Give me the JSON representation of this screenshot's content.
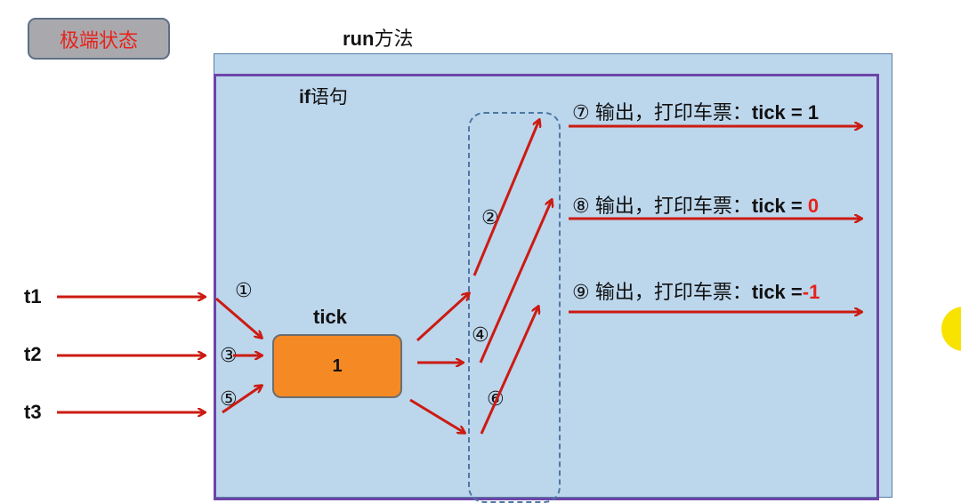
{
  "badge": {
    "label": "极端状态"
  },
  "run_method": {
    "prefix": "run",
    "suffix": "方法"
  },
  "if_statement": {
    "prefix": "if",
    "suffix": "语句"
  },
  "shared_variable": {
    "name": "tick",
    "value": "1"
  },
  "threads": [
    {
      "label": "t1"
    },
    {
      "label": "t2"
    },
    {
      "label": "t3"
    }
  ],
  "steps": [
    "①",
    "②",
    "③",
    "④",
    "⑤",
    "⑥"
  ],
  "outputs": [
    {
      "step": "⑦",
      "text": "输出，打印车票：",
      "expr": "tick =",
      "value": " 1",
      "value_color": "#111111"
    },
    {
      "step": "⑧",
      "text": "输出，打印车票：",
      "expr": "tick =",
      "value": " 0",
      "value_color": "#e8221b"
    },
    {
      "step": "⑨",
      "text": "输出，打印车票：",
      "expr": "tick =",
      "value": "-1",
      "value_color": "#e8221b"
    }
  ],
  "colors": {
    "arrow": "#cc1b12",
    "run_box_fill": "#bcd6ec",
    "if_border": "#6d45a8",
    "tick_box_fill": "#f58a25",
    "badge_text": "#e8221b"
  }
}
